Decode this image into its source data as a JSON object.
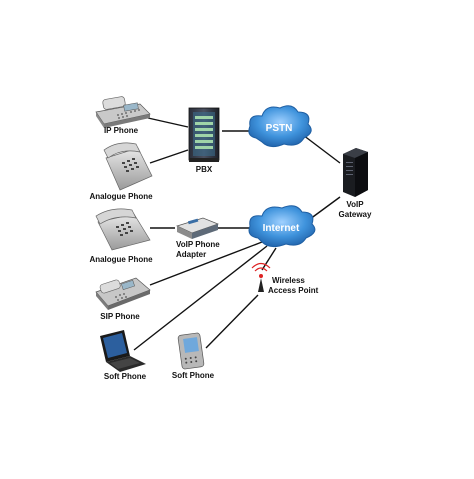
{
  "labels": {
    "ip_phone": "IP Phone",
    "analogue_phone_1": "Analogue Phone",
    "pbx": "PBX",
    "pstn": "PSTN",
    "voip_gateway_line1": "VoIP",
    "voip_gateway_line2": "Gateway",
    "internet": "Internet",
    "analogue_phone_2": "Analogue Phone",
    "voip_adapter_line1": "VoIP Phone",
    "voip_adapter_line2": "Adapter",
    "wireless_line1": "Wireless",
    "wireless_line2": "Access Point",
    "sip_phone": "SIP Phone",
    "soft_phone_laptop": "Soft Phone",
    "soft_phone_pda": "Soft Phone"
  },
  "colors": {
    "cloud": "#3a8fd6",
    "cloud_edge": "#1f5fa3",
    "link": "#111111"
  }
}
